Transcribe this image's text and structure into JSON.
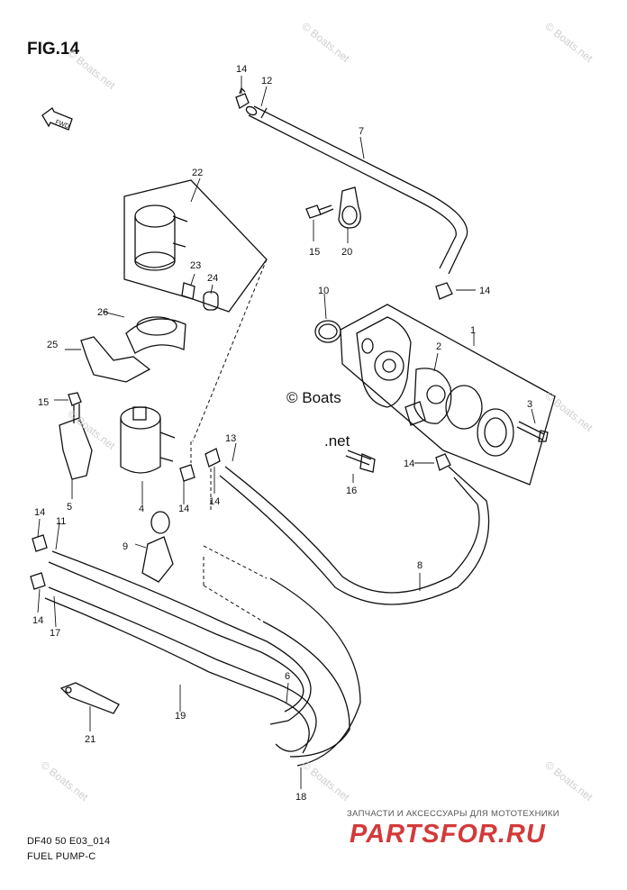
{
  "figure": {
    "title": "FIG.14",
    "code": "DF40 50 E03_014",
    "name": "FUEL PUMP-C",
    "fwd_label": "FWD"
  },
  "watermark": {
    "text": "© Boats.net",
    "copyright_line1": "© Boats",
    "copyright_line2": ".net"
  },
  "promo": {
    "tagline": "ЗАПЧАСТИ И АКСЕССУАРЫ ДЛЯ МОТОТЕХНИКИ",
    "brand": "PARTSFOR.RU"
  },
  "parts": [
    "1",
    "2",
    "3",
    "4",
    "5",
    "6",
    "7",
    "8",
    "9",
    "10",
    "11",
    "12",
    "13",
    "14",
    "15",
    "16",
    "17",
    "18",
    "19",
    "20",
    "21",
    "22",
    "23",
    "24",
    "25",
    "26"
  ],
  "colors": {
    "line": "#111111",
    "watermark": "#cfcfcf",
    "brand": "#d23a3a"
  }
}
